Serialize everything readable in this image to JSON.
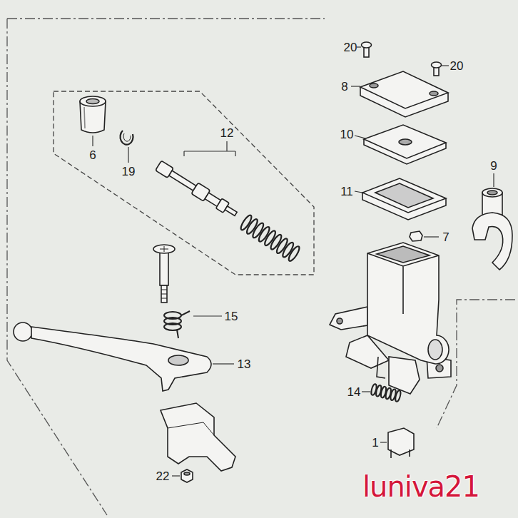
{
  "diagram": {
    "labels": [
      "20",
      "20",
      "8",
      "10",
      "9",
      "11",
      "7",
      "6",
      "19",
      "12",
      "15",
      "13",
      "14",
      "1",
      "22",
      "luniva21"
    ]
  }
}
